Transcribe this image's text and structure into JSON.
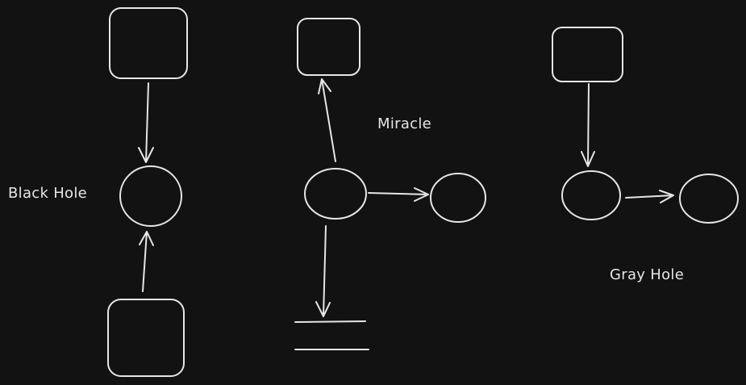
{
  "canvas": {
    "background": "#121212",
    "stroke_color": "#e6e6e6",
    "text_color": "#e6e6e6"
  },
  "labels": {
    "black_hole": "Black Hole",
    "miracle": "Miracle",
    "gray_hole": "Gray Hole"
  },
  "diagrams": [
    {
      "name": "black-hole",
      "nodes": [
        "input-box-top",
        "process-circle",
        "input-box-bottom"
      ],
      "arrows": [
        "input-box-top -> process-circle",
        "input-box-bottom -> process-circle"
      ]
    },
    {
      "name": "miracle",
      "nodes": [
        "output-box",
        "process-circle",
        "output-circle",
        "data-store"
      ],
      "arrows": [
        "process-circle -> output-box",
        "process-circle -> output-circle",
        "process-circle -> data-store"
      ]
    },
    {
      "name": "gray-hole",
      "nodes": [
        "input-box",
        "process-circle",
        "output-circle"
      ],
      "arrows": [
        "input-box -> process-circle",
        "process-circle -> output-circle"
      ]
    }
  ]
}
